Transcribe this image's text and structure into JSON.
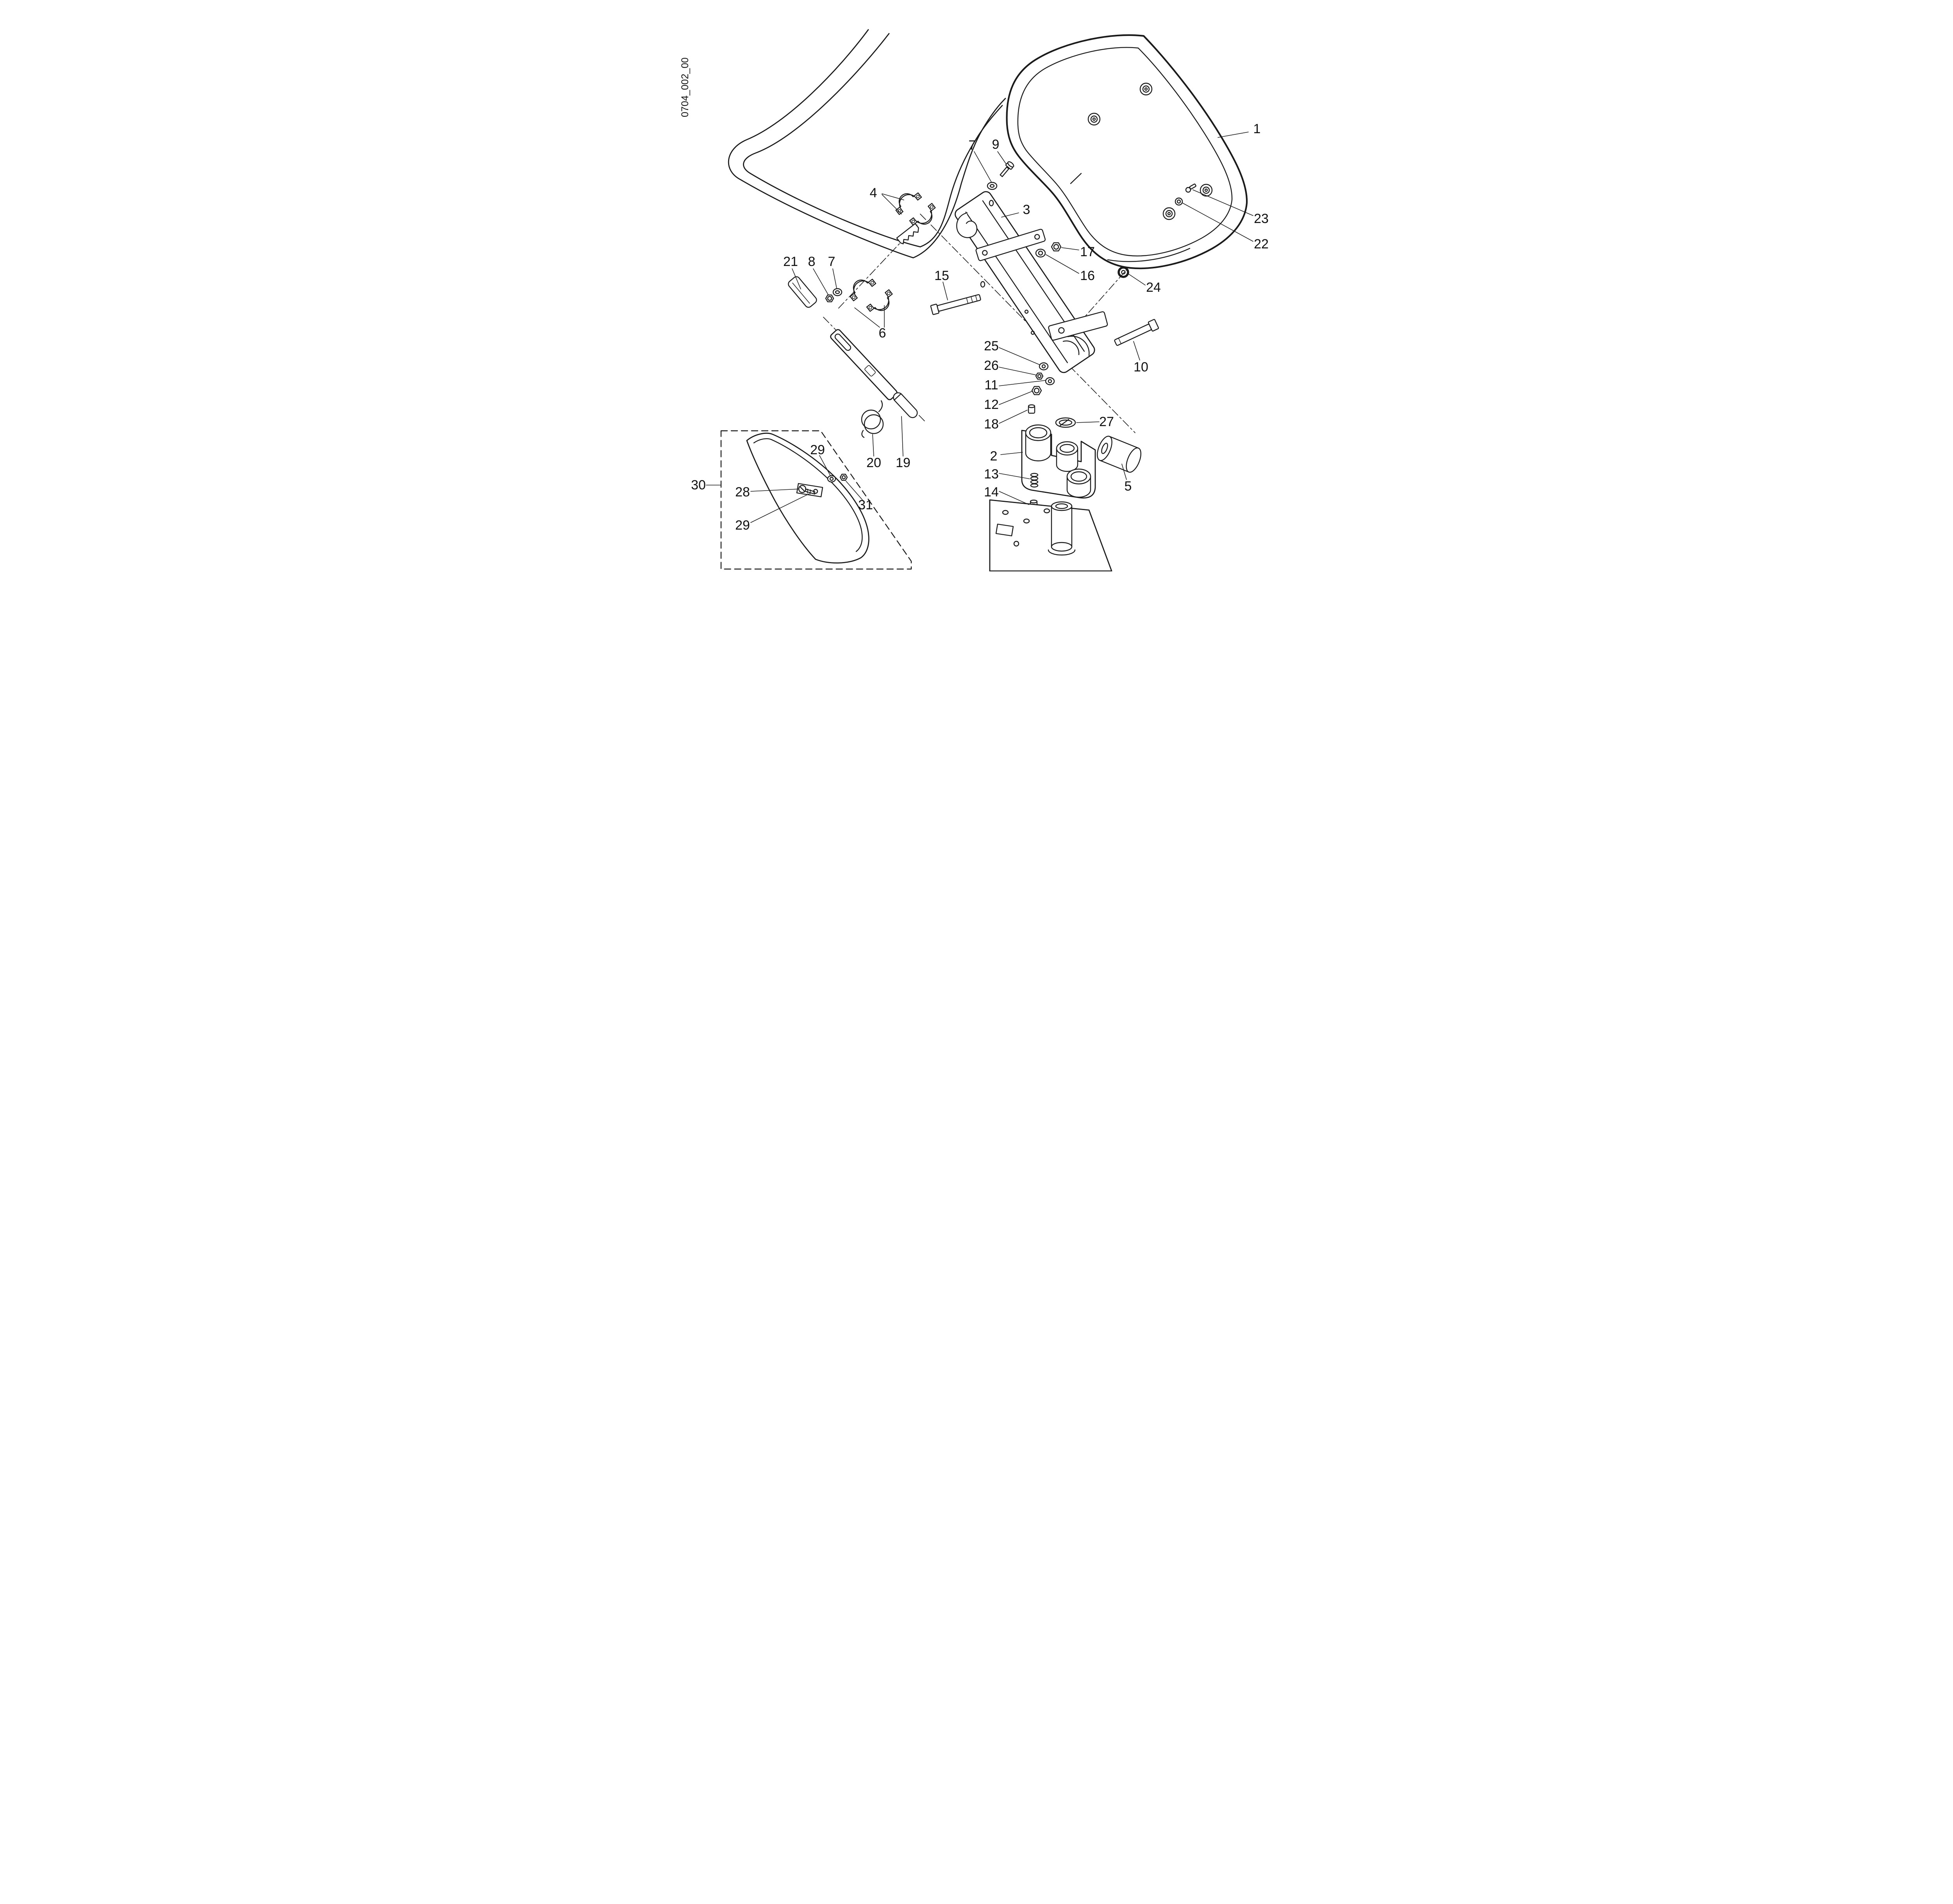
{
  "drawing_id": "0704_002_00",
  "colors": {
    "line": "#1a1a1a",
    "background": "#ffffff"
  },
  "callouts": {
    "n1": "1",
    "n2": "2",
    "n3": "3",
    "n4": "4",
    "n5": "5",
    "n6": "6",
    "n7a": "7",
    "n7b": "7",
    "n8": "8",
    "n9": "9",
    "n10": "10",
    "n11": "11",
    "n12": "12",
    "n13": "13",
    "n14": "14",
    "n15": "15",
    "n16": "16",
    "n17": "17",
    "n18": "18",
    "n19": "19",
    "n20": "20",
    "n21": "21",
    "n22": "22",
    "n23": "23",
    "n24": "24",
    "n25": "25",
    "n26": "26",
    "n27": "27",
    "n28": "28",
    "n29a": "29",
    "n29b": "29",
    "n30": "30",
    "n31": "31"
  }
}
